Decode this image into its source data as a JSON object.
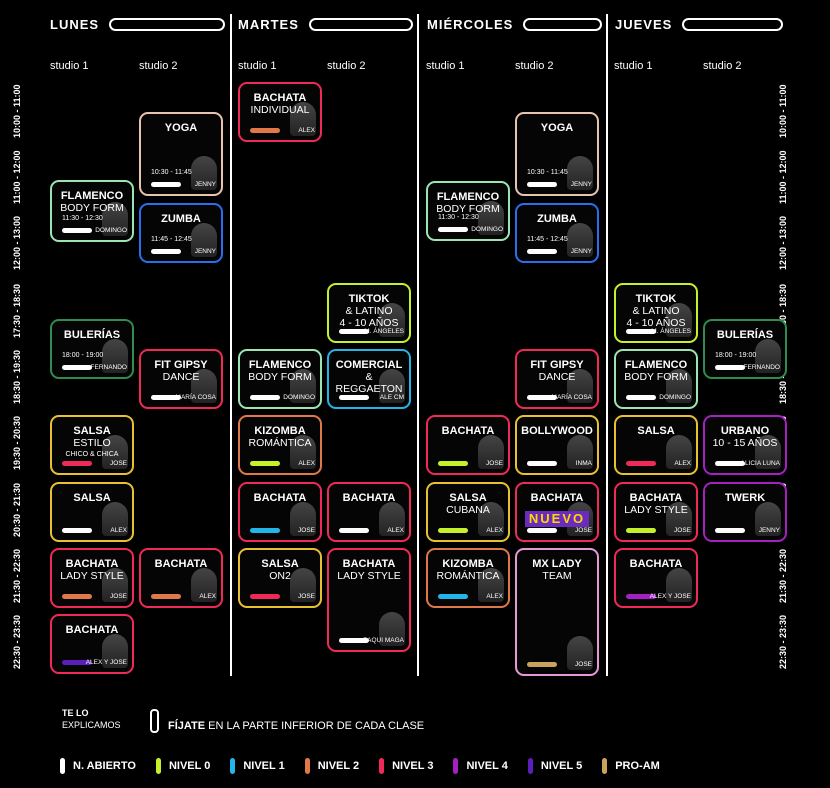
{
  "days": [
    {
      "name": "LUNES",
      "studios": [
        "studio 1",
        "studio 2"
      ]
    },
    {
      "name": "MARTES",
      "studios": [
        "studio 1",
        "studio 2"
      ]
    },
    {
      "name": "MIÉRCOLES",
      "studios": [
        "studio 1",
        "studio 2"
      ]
    },
    {
      "name": "JUEVES",
      "studios": [
        "studio 1",
        "studio 2"
      ]
    }
  ],
  "time_slots": [
    "10:00 - 11:00",
    "11:00 - 12:00",
    "12:00 - 13:00",
    "17:30 - 18:30",
    "18:30 - 19:30",
    "19:30 - 20:30",
    "20:30 - 21:30",
    "21:30 - 22:30",
    "22:30 - 23:30"
  ],
  "levels": [
    {
      "name": "N. ABIERTO",
      "color": "#ffffff"
    },
    {
      "name": "NIVEL 0",
      "color": "#c6f02a"
    },
    {
      "name": "NIVEL 1",
      "color": "#22b5e8"
    },
    {
      "name": "NIVEL 2",
      "color": "#e0784a"
    },
    {
      "name": "NIVEL 3",
      "color": "#ef2a58"
    },
    {
      "name": "NIVEL 4",
      "color": "#a51fc2"
    },
    {
      "name": "NIVEL 5",
      "color": "#5a1fb8"
    },
    {
      "name": "PRO-AM",
      "color": "#c9a25c"
    }
  ],
  "classes": [
    {
      "day": 0,
      "studio": 1,
      "title": "FLAMENCO",
      "subtitle": "BODY FORM",
      "time": "11:30 - 12:30",
      "teacher": "DOMINGO",
      "border": "#9be5b5",
      "bar": "#ffffff"
    },
    {
      "day": 0,
      "studio": 1,
      "title": "BULERÍAS",
      "subtitle": "",
      "time": "18:00 - 19:00",
      "teacher": "FERNANDO",
      "border": "#2e8c4e",
      "bar": "#ffffff"
    },
    {
      "day": 0,
      "studio": 1,
      "title": "SALSA",
      "subtitle": "ESTILO",
      "extra": "CHICO & CHICA",
      "time": "",
      "teacher": "JOSE",
      "border": "#e8c030",
      "bar": "#ef2a58"
    },
    {
      "day": 0,
      "studio": 1,
      "title": "SALSA",
      "subtitle": "",
      "time": "",
      "teacher": "ALEX",
      "border": "#e8c030",
      "bar": "#ffffff"
    },
    {
      "day": 0,
      "studio": 1,
      "title": "BACHATA",
      "subtitle": "LADY STYLE",
      "time": "",
      "teacher": "JOSE",
      "border": "#ef2a58",
      "bar": "#e0784a"
    },
    {
      "day": 0,
      "studio": 1,
      "title": "BACHATA",
      "subtitle": "",
      "time": "",
      "teacher": "ALEX Y JOSE",
      "border": "#ef2a58",
      "bar": "#5a1fb8"
    },
    {
      "day": 0,
      "studio": 2,
      "title": "YOGA",
      "subtitle": "",
      "time": "10:30 - 11:45",
      "teacher": "JENNY",
      "border": "#e8c4b0",
      "bar": "#ffffff"
    },
    {
      "day": 0,
      "studio": 2,
      "title": "ZUMBA",
      "subtitle": "",
      "time": "11:45 - 12:45",
      "teacher": "JENNY",
      "border": "#2a6ef0",
      "bar": "#ffffff"
    },
    {
      "day": 0,
      "studio": 2,
      "title": "FIT GIPSY",
      "subtitle": "DANCE",
      "time": "",
      "teacher": "MARÍA COSA",
      "border": "#ef2a58",
      "bar": "#ffffff"
    },
    {
      "day": 0,
      "studio": 2,
      "title": "BACHATA",
      "subtitle": "",
      "time": "",
      "teacher": "ALEX",
      "border": "#ef2a58",
      "bar": "#e0784a"
    },
    {
      "day": 1,
      "studio": 1,
      "title": "BACHATA",
      "subtitle": "INDIVIDUAL",
      "time": "",
      "teacher": "ALEX",
      "border": "#ef2a58",
      "bar": "#e0784a"
    },
    {
      "day": 1,
      "studio": 1,
      "title": "FLAMENCO",
      "subtitle": "BODY FORM",
      "time": "",
      "teacher": "DOMINGO",
      "border": "#9be5b5",
      "bar": "#ffffff"
    },
    {
      "day": 1,
      "studio": 1,
      "title": "KIZOMBA",
      "subtitle": "ROMÁNTICA",
      "time": "",
      "teacher": "ALEX",
      "border": "#e0784a",
      "bar": "#c6f02a"
    },
    {
      "day": 1,
      "studio": 1,
      "title": "BACHATA",
      "subtitle": "",
      "time": "",
      "teacher": "JOSE",
      "border": "#ef2a58",
      "bar": "#22b5e8"
    },
    {
      "day": 1,
      "studio": 1,
      "title": "SALSA",
      "subtitle": "ON2",
      "time": "",
      "teacher": "JOSE",
      "border": "#e8c030",
      "bar": "#ef2a58"
    },
    {
      "day": 1,
      "studio": 2,
      "title": "TIKTOK",
      "subtitle": "& LATINO",
      "extra": "4 - 10 AÑOS",
      "time": "",
      "teacher": "M. ÁNGELES",
      "border": "#c6f02a",
      "bar": "#ffffff"
    },
    {
      "day": 1,
      "studio": 2,
      "title": "COMERCIAL",
      "subtitle": "& REGGAETON",
      "time": "",
      "teacher": "ALE CM",
      "border": "#22b5e8",
      "bar": "#ffffff"
    },
    {
      "day": 1,
      "studio": 2,
      "title": "BACHATA",
      "subtitle": "",
      "time": "",
      "teacher": "ALEX",
      "border": "#ef2a58",
      "bar": "#ffffff"
    },
    {
      "day": 1,
      "studio": 2,
      "title": "BACHATA",
      "subtitle": "LADY STYLE",
      "time": "",
      "teacher": "PAQUI MAGA",
      "border": "#ef2a58",
      "bar": "#ffffff"
    },
    {
      "day": 2,
      "studio": 1,
      "title": "FLAMENCO",
      "subtitle": "BODY FORM",
      "time": "11:30 - 12:30",
      "teacher": "DOMINGO",
      "border": "#9be5b5",
      "bar": "#ffffff"
    },
    {
      "day": 2,
      "studio": 1,
      "title": "BACHATA",
      "subtitle": "",
      "time": "",
      "teacher": "JOSE",
      "border": "#ef2a58",
      "bar": "#c6f02a"
    },
    {
      "day": 2,
      "studio": 1,
      "title": "SALSA",
      "subtitle": "CUBANA",
      "time": "",
      "teacher": "ALEX",
      "border": "#e8c030",
      "bar": "#c6f02a"
    },
    {
      "day": 2,
      "studio": 1,
      "title": "KIZOMBA",
      "subtitle": "ROMÁNTICA",
      "time": "",
      "teacher": "ALEX",
      "border": "#e0784a",
      "bar": "#22b5e8"
    },
    {
      "day": 2,
      "studio": 2,
      "title": "YOGA",
      "subtitle": "",
      "time": "10:30 - 11:45",
      "teacher": "JENNY",
      "border": "#e8c4b0",
      "bar": "#ffffff"
    },
    {
      "day": 2,
      "studio": 2,
      "title": "ZUMBA",
      "subtitle": "",
      "time": "11:45 - 12:45",
      "teacher": "JENNY",
      "border": "#2a6ef0",
      "bar": "#ffffff"
    },
    {
      "day": 2,
      "studio": 2,
      "title": "FIT GIPSY",
      "subtitle": "DANCE",
      "time": "",
      "teacher": "MARÍA COSA",
      "border": "#ef2a58",
      "bar": "#ffffff"
    },
    {
      "day": 2,
      "studio": 2,
      "title": "BOLLYWOOD",
      "subtitle": "",
      "time": "",
      "teacher": "INMA",
      "border": "#e8c030",
      "bar": "#ffffff"
    },
    {
      "day": 2,
      "studio": 2,
      "title": "BACHATA",
      "subtitle": "",
      "badge": "NUEVO",
      "time": "",
      "teacher": "JOSE",
      "border": "#ef2a58",
      "bar": "#ffffff"
    },
    {
      "day": 2,
      "studio": 2,
      "title": "MX LADY",
      "subtitle": "TEAM",
      "time": "",
      "teacher": "JOSE",
      "border": "#e59ad6",
      "bar": "#c9a25c"
    },
    {
      "day": 3,
      "studio": 1,
      "title": "TIKTOK",
      "subtitle": "& LATINO",
      "extra": "4 - 10 AÑOS",
      "time": "",
      "teacher": "M. ÁNGELES",
      "border": "#c6f02a",
      "bar": "#ffffff"
    },
    {
      "day": 3,
      "studio": 1,
      "title": "FLAMENCO",
      "subtitle": "BODY FORM",
      "time": "",
      "teacher": "DOMINGO",
      "border": "#9be5b5",
      "bar": "#ffffff"
    },
    {
      "day": 3,
      "studio": 1,
      "title": "SALSA",
      "subtitle": "",
      "time": "",
      "teacher": "ALEX",
      "border": "#e8c030",
      "bar": "#ef2a58"
    },
    {
      "day": 3,
      "studio": 1,
      "title": "BACHATA",
      "subtitle": "LADY STYLE",
      "time": "",
      "teacher": "JOSE",
      "border": "#ef2a58",
      "bar": "#c6f02a"
    },
    {
      "day": 3,
      "studio": 1,
      "title": "BACHATA",
      "subtitle": "",
      "time": "",
      "teacher": "ALEX Y JOSE",
      "border": "#ef2a58",
      "bar": "#a51fc2"
    },
    {
      "day": 3,
      "studio": 2,
      "title": "BULERÍAS",
      "subtitle": "",
      "time": "18:00 - 19:00",
      "teacher": "FERNANDO",
      "border": "#2e8c4e",
      "bar": "#ffffff"
    },
    {
      "day": 3,
      "studio": 2,
      "title": "URBANO",
      "subtitle": "10 - 15 AÑOS",
      "time": "",
      "teacher": "ALICIA LUNA",
      "border": "#a51fc2",
      "bar": "#ffffff"
    },
    {
      "day": 3,
      "studio": 2,
      "title": "TWERK",
      "subtitle": "",
      "time": "",
      "teacher": "JENNY",
      "border": "#a51fc2",
      "bar": "#ffffff"
    }
  ],
  "footer": {
    "te_lo": "TE LO",
    "explicamos": "EXPLICAMOS",
    "fijate": "FÍJATE",
    "instruction": " EN LA PARTE INFERIOR DE CADA CLASE"
  }
}
